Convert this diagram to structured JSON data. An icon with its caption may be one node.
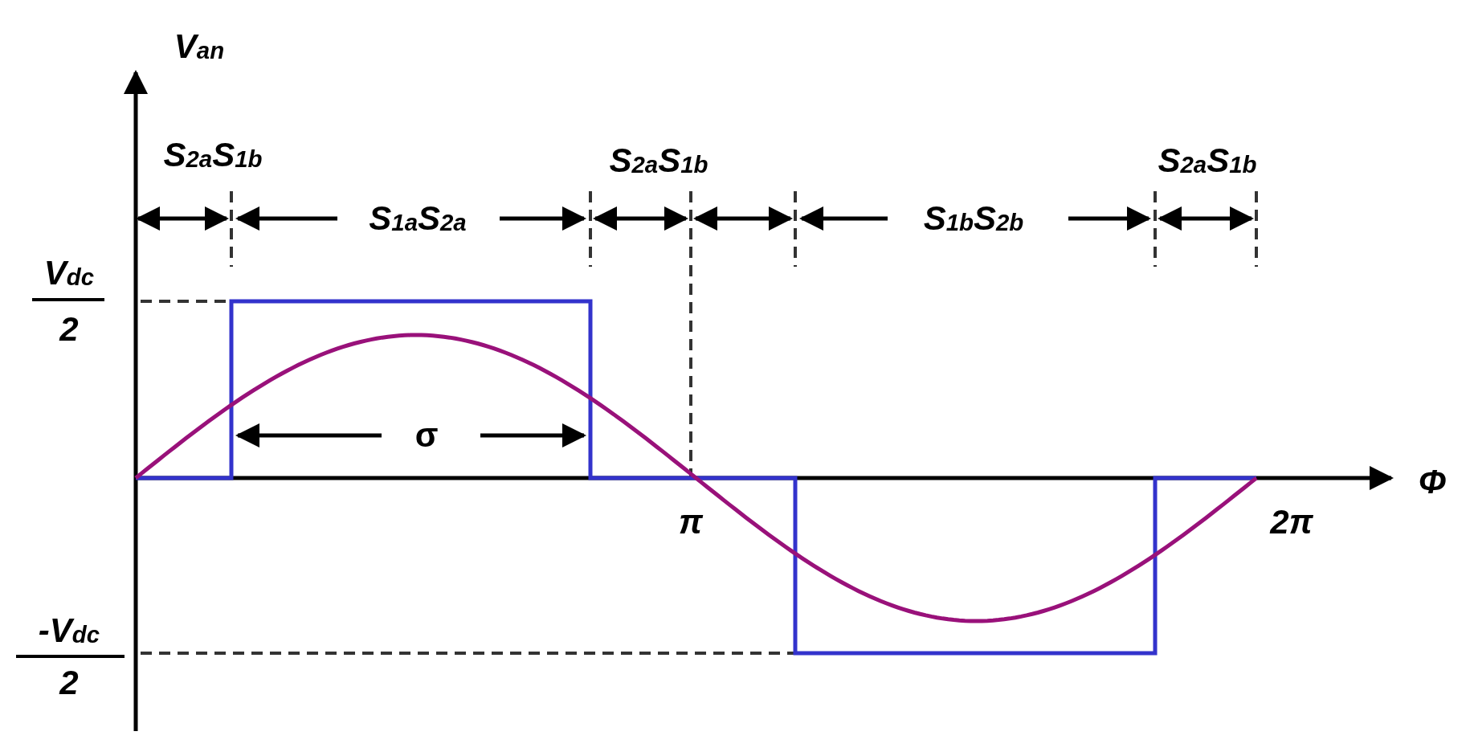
{
  "diagram": {
    "labels": [
      "V$_{an}$",
      "S$_{2a}$S$_{1b}$",
      "S$_{2a}$S$_{1b}$",
      "S$_{2a}$S$_{1b}$",
      "S$_{1a}$S$_{2a}$",
      "S$_{1b}$S$_{2b}$",
      "V$_{dc}$",
      "2",
      "σ",
      "Φ",
      "π",
      "2π",
      "-V$_{dc}$",
      "2"
    ]
  }
}
